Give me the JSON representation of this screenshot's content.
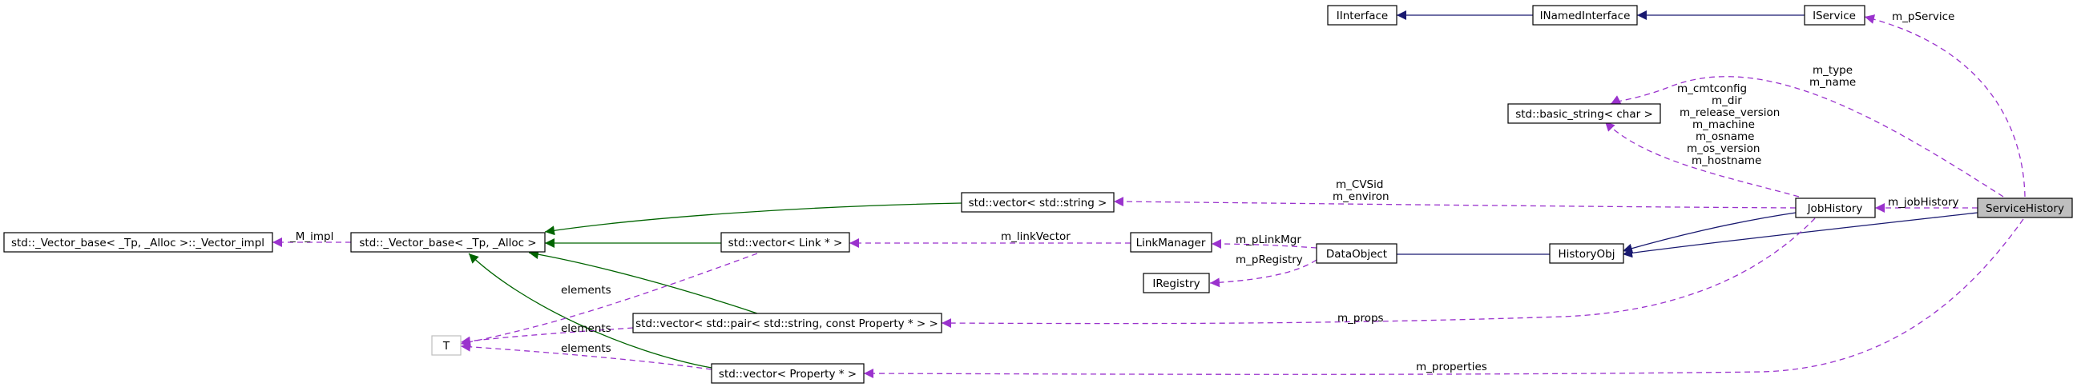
{
  "nodes": {
    "IInterface": "IInterface",
    "INamedInterface": "INamedInterface",
    "IService": "IService",
    "basic_string": "std::basic_string< char >",
    "Vector_impl": "std::_Vector_base< _Tp, _Alloc >::_Vector_impl",
    "Vector_base": "std::_Vector_base< _Tp, _Alloc >",
    "vector_string": "std::vector< std::string >",
    "vector_link": "std::vector< Link * >",
    "LinkManager": "LinkManager",
    "IRegistry": "IRegistry",
    "DataObject": "DataObject",
    "HistoryObj": "HistoryObj",
    "JobHistory": "JobHistory",
    "ServiceHistory": "ServiceHistory",
    "vector_pair": "std::vector< std::pair< std::string, const Property * > >",
    "T": "T",
    "vector_property": "std::vector< Property * >"
  },
  "edge_labels": {
    "m_pService": "m_pService",
    "m_type": "m_type",
    "m_name": "m_name",
    "m_cmtconfig": "m_cmtconfig",
    "m_dir": "m_dir",
    "m_release_version": "m_release_version",
    "m_machine": "m_machine",
    "m_osname": "m_osname",
    "m_os_version": "m_os_version",
    "m_hostname": "m_hostname",
    "M_impl": "_M_impl",
    "m_CVSid": "m_CVSid",
    "m_environ": "m_environ",
    "m_jobHistory": "m_jobHistory",
    "m_linkVector": "m_linkVector",
    "m_pLinkMgr": "m_pLinkMgr",
    "m_pRegistry": "m_pRegistry",
    "elements_1": "elements",
    "elements_2": "elements",
    "elements_3": "elements",
    "m_props": "m_props",
    "m_properties": "m_properties"
  },
  "colors": {
    "inheritance_public": "#006400",
    "inheritance_interface": "#191970",
    "member_usage": "#9a32cd",
    "selected_node_fill": "#bfbfbf"
  }
}
